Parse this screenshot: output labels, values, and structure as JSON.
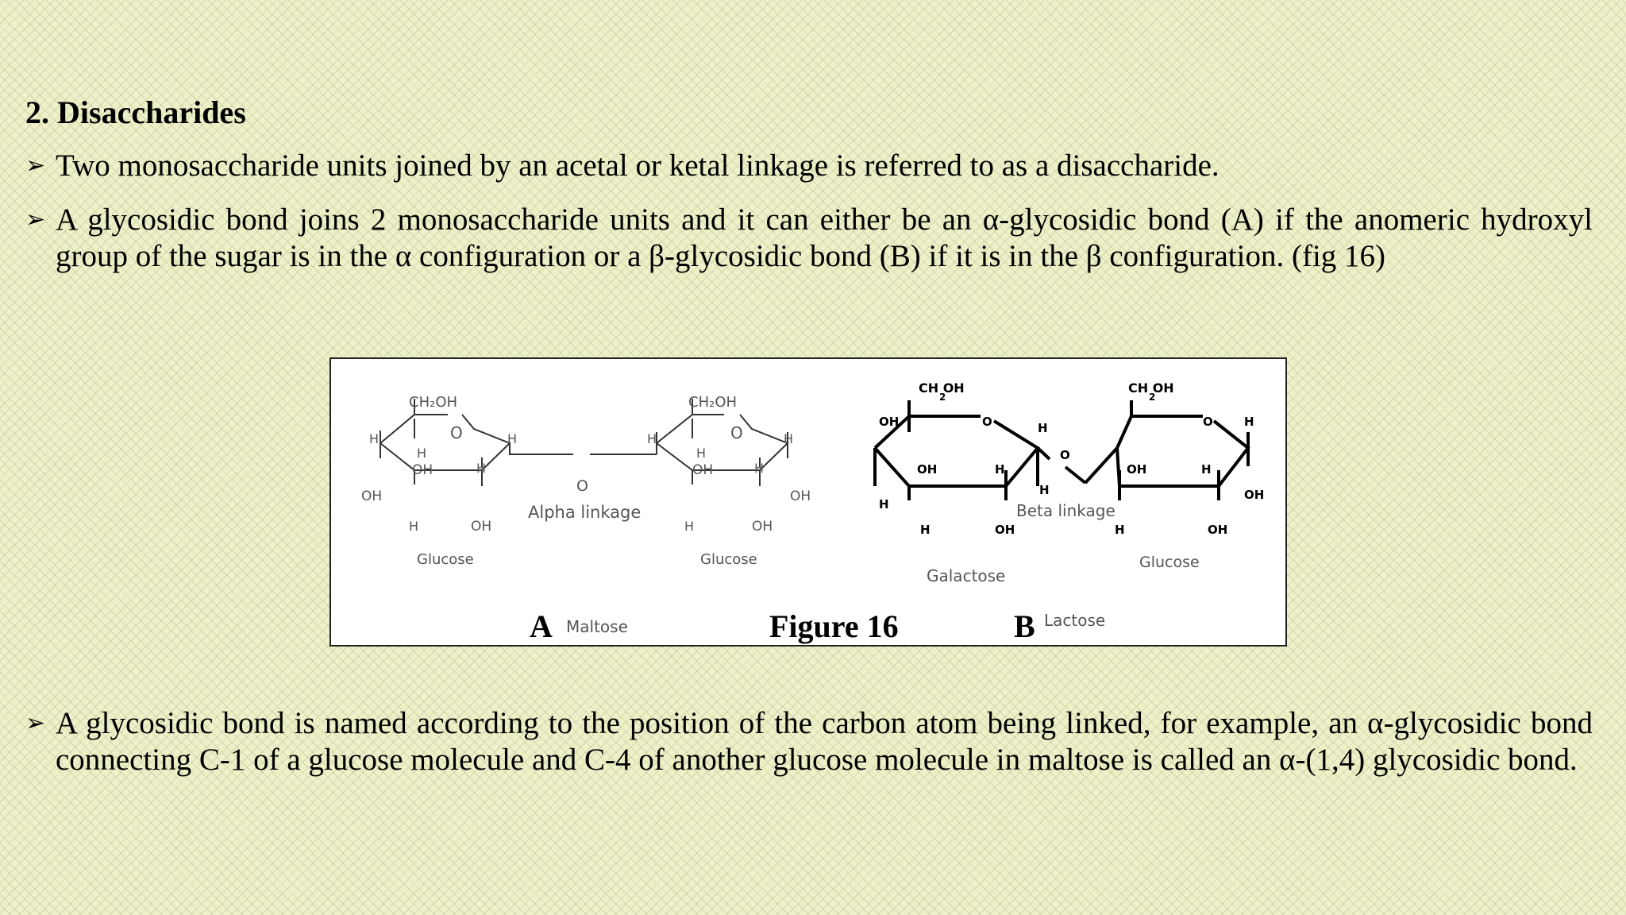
{
  "heading": "2. Disaccharides",
  "bullets": [
    "Two monosaccharide units joined by an acetal or ketal linkage is referred to as a disaccharide.",
    "A glycosidic bond joins 2 monosaccharide units and it can either be an α-glycosidic bond (A) if the anomeric hydroxyl group of the sugar is in the α configuration or a β-glycosidic bond (B) if it is in the β configuration. (fig 16)",
    "A glycosidic bond is named according to the position of the carbon atom being linked, for example, an α-glycosidic bond connecting C-1 of a glucose molecule and C-4 of another glucose molecule in maltose is called an α-(1,4) glycosidic bond."
  ],
  "bullet_icon": "arrow-bullet-icon",
  "figure": {
    "caption": "Figure 16",
    "label_a": "A",
    "label_a_name": "Maltose",
    "label_b": "B",
    "label_b_name": "Lactose",
    "maltose": {
      "linkage": "Alpha linkage",
      "sugar1": "Glucose",
      "sugar2": "Glucose",
      "ch2oh": "CH₂OH",
      "ring_o": "O",
      "link_o": "O",
      "oh": "OH",
      "h": "H"
    },
    "lactose": {
      "linkage": "Beta linkage",
      "sugar1": "Galactose",
      "sugar2": "Glucose",
      "ch2oh": "CH OH",
      "sub2": "2",
      "ring_o": "O",
      "link_o": "O",
      "oh": "OH",
      "h": "H"
    }
  }
}
